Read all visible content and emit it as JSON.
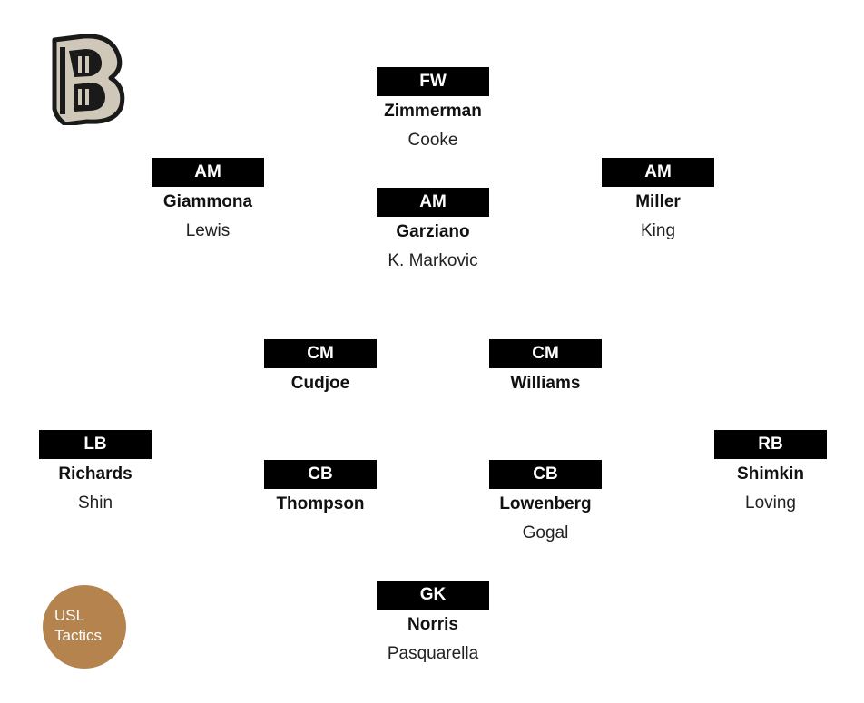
{
  "players": [
    {
      "id": "fw",
      "position": "FW",
      "starter": "Zimmerman",
      "sub": "Cooke"
    },
    {
      "id": "am-left",
      "position": "AM",
      "starter": "Giammona",
      "sub": "Lewis"
    },
    {
      "id": "am-center",
      "position": "AM",
      "starter": "Garziano",
      "sub": "K. Markovic"
    },
    {
      "id": "am-right",
      "position": "AM",
      "starter": "Miller",
      "sub": "King"
    },
    {
      "id": "cm-left",
      "position": "CM",
      "starter": "Cudjoe",
      "sub": ""
    },
    {
      "id": "cm-right",
      "position": "CM",
      "starter": "Williams",
      "sub": ""
    },
    {
      "id": "lb",
      "position": "LB",
      "starter": "Richards",
      "sub": "Shin"
    },
    {
      "id": "cb-left",
      "position": "CB",
      "starter": "Thompson",
      "sub": ""
    },
    {
      "id": "cb-right",
      "position": "CB",
      "starter": "Lowenberg",
      "sub": "Gogal"
    },
    {
      "id": "rb",
      "position": "RB",
      "starter": "Shimkin",
      "sub": "Loving"
    },
    {
      "id": "gk",
      "position": "GK",
      "starter": "Norris",
      "sub": "Pasquarella"
    }
  ],
  "badge": {
    "line1": "USL",
    "line2": "Tactics",
    "color": "#b5834e"
  },
  "logo": {
    "letter": "B",
    "icon": "club-crest-icon",
    "fill": "#cfc8b8",
    "outline": "#1a1a1a"
  }
}
